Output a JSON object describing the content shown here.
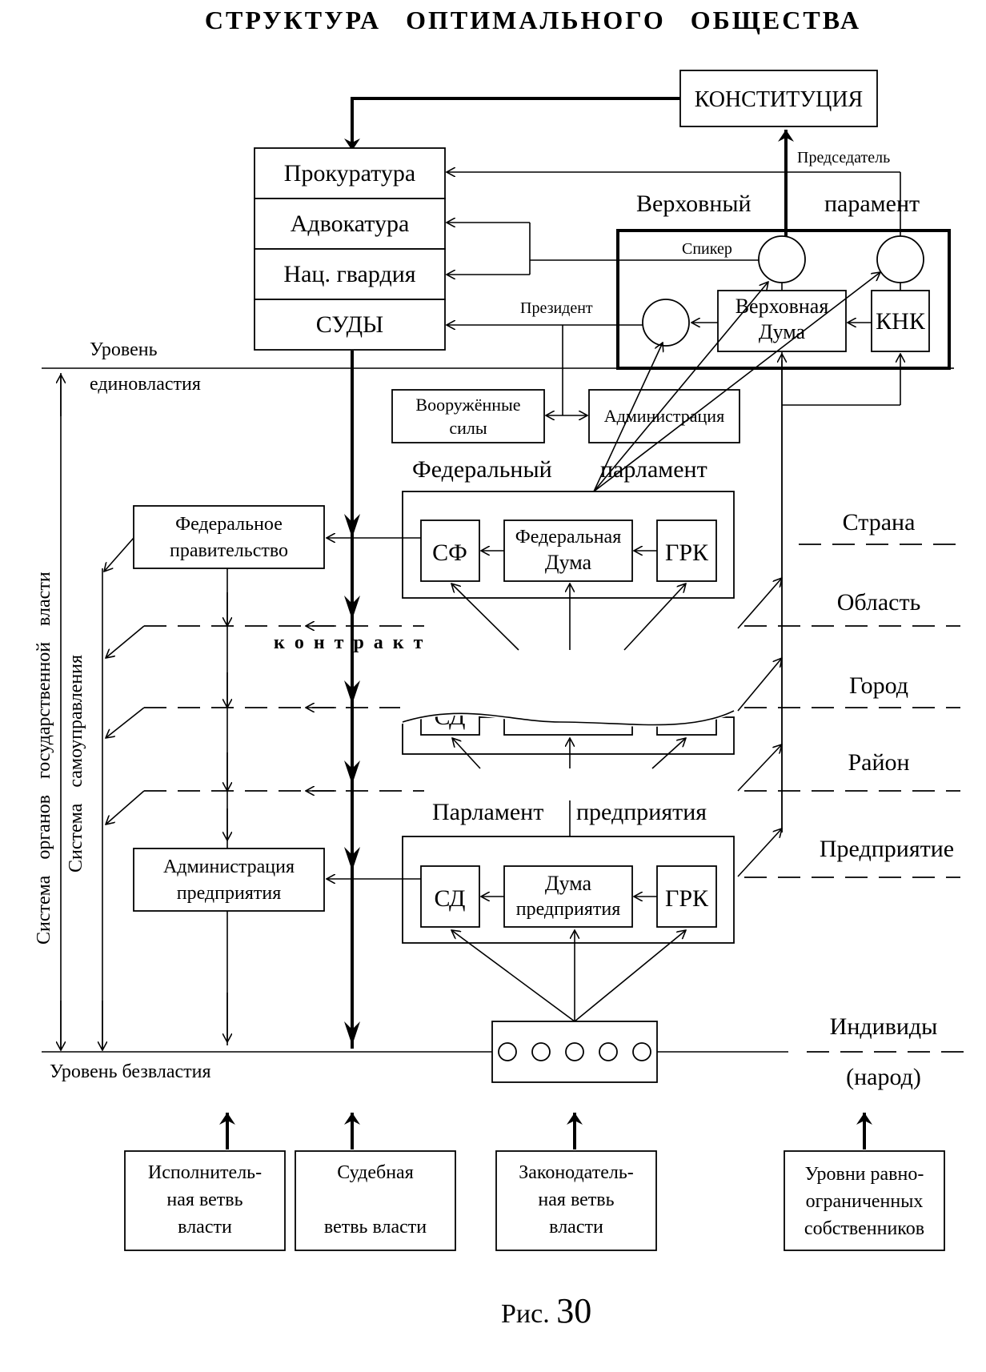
{
  "title": "СТРУКТУРА ОПТИМАЛЬНОГО ОБЩЕСТВА",
  "constitution": "КОНСТИТУЦИЯ",
  "chairman": "Председатель",
  "supreme_parliament": {
    "word1": "Верховный",
    "word2": "парамент"
  },
  "speaker": "Спикер",
  "president": "Президент",
  "supreme_duma": {
    "line1": "Верховная",
    "line2": "Дума"
  },
  "knk": "КНК",
  "left_stack": [
    "Прокуратура",
    "Адвокатура",
    "Нац. гвардия",
    "СУДЫ"
  ],
  "level_unipower": {
    "line1": "Уровень",
    "line2": "единовластия"
  },
  "armed_forces": {
    "line1": "Вооружённые",
    "line2": "силы"
  },
  "administration": "Администрация",
  "federal_parliament": {
    "word1": "Федеральный",
    "word2": "парламент"
  },
  "federal_government": {
    "line1": "Федеральное",
    "line2": "правительство"
  },
  "sf": "СФ",
  "federal_duma": {
    "line1": "Федеральная",
    "line2": "Дума"
  },
  "grk": "ГРК",
  "contract": "к о н т р а к т",
  "partial_sd": "СД",
  "levels": [
    "Страна",
    "Область",
    "Город",
    "Район",
    "Предприятие"
  ],
  "individuals": {
    "line1": "Индивиды",
    "line2": "(народ)"
  },
  "enterprise_parliament": {
    "word1": "Парламент",
    "word2": "предприятия"
  },
  "enterprise_admin": {
    "line1": "Администрация",
    "line2": "предприятия"
  },
  "sd": "СД",
  "enterprise_duma": {
    "line1": "Дума",
    "line2": "предприятия"
  },
  "grk2": "ГРК",
  "vertical_label_1": "Система органов государственной власти",
  "vertical_label_2": "Система самоуправления",
  "level_nopower": "Уровень безвластия",
  "branches": [
    {
      "lines": [
        "Исполнитель-",
        "ная ветвь",
        "власти"
      ]
    },
    {
      "lines": [
        "Судебная",
        "",
        "ветвь власти"
      ]
    },
    {
      "lines": [
        "Законодатель-",
        "ная ветвь",
        "власти"
      ]
    },
    {
      "lines": [
        "Уровни равно-",
        "ограниченных",
        "собственников"
      ]
    }
  ],
  "caption": {
    "prefix": "Рис.",
    "number": "30"
  }
}
